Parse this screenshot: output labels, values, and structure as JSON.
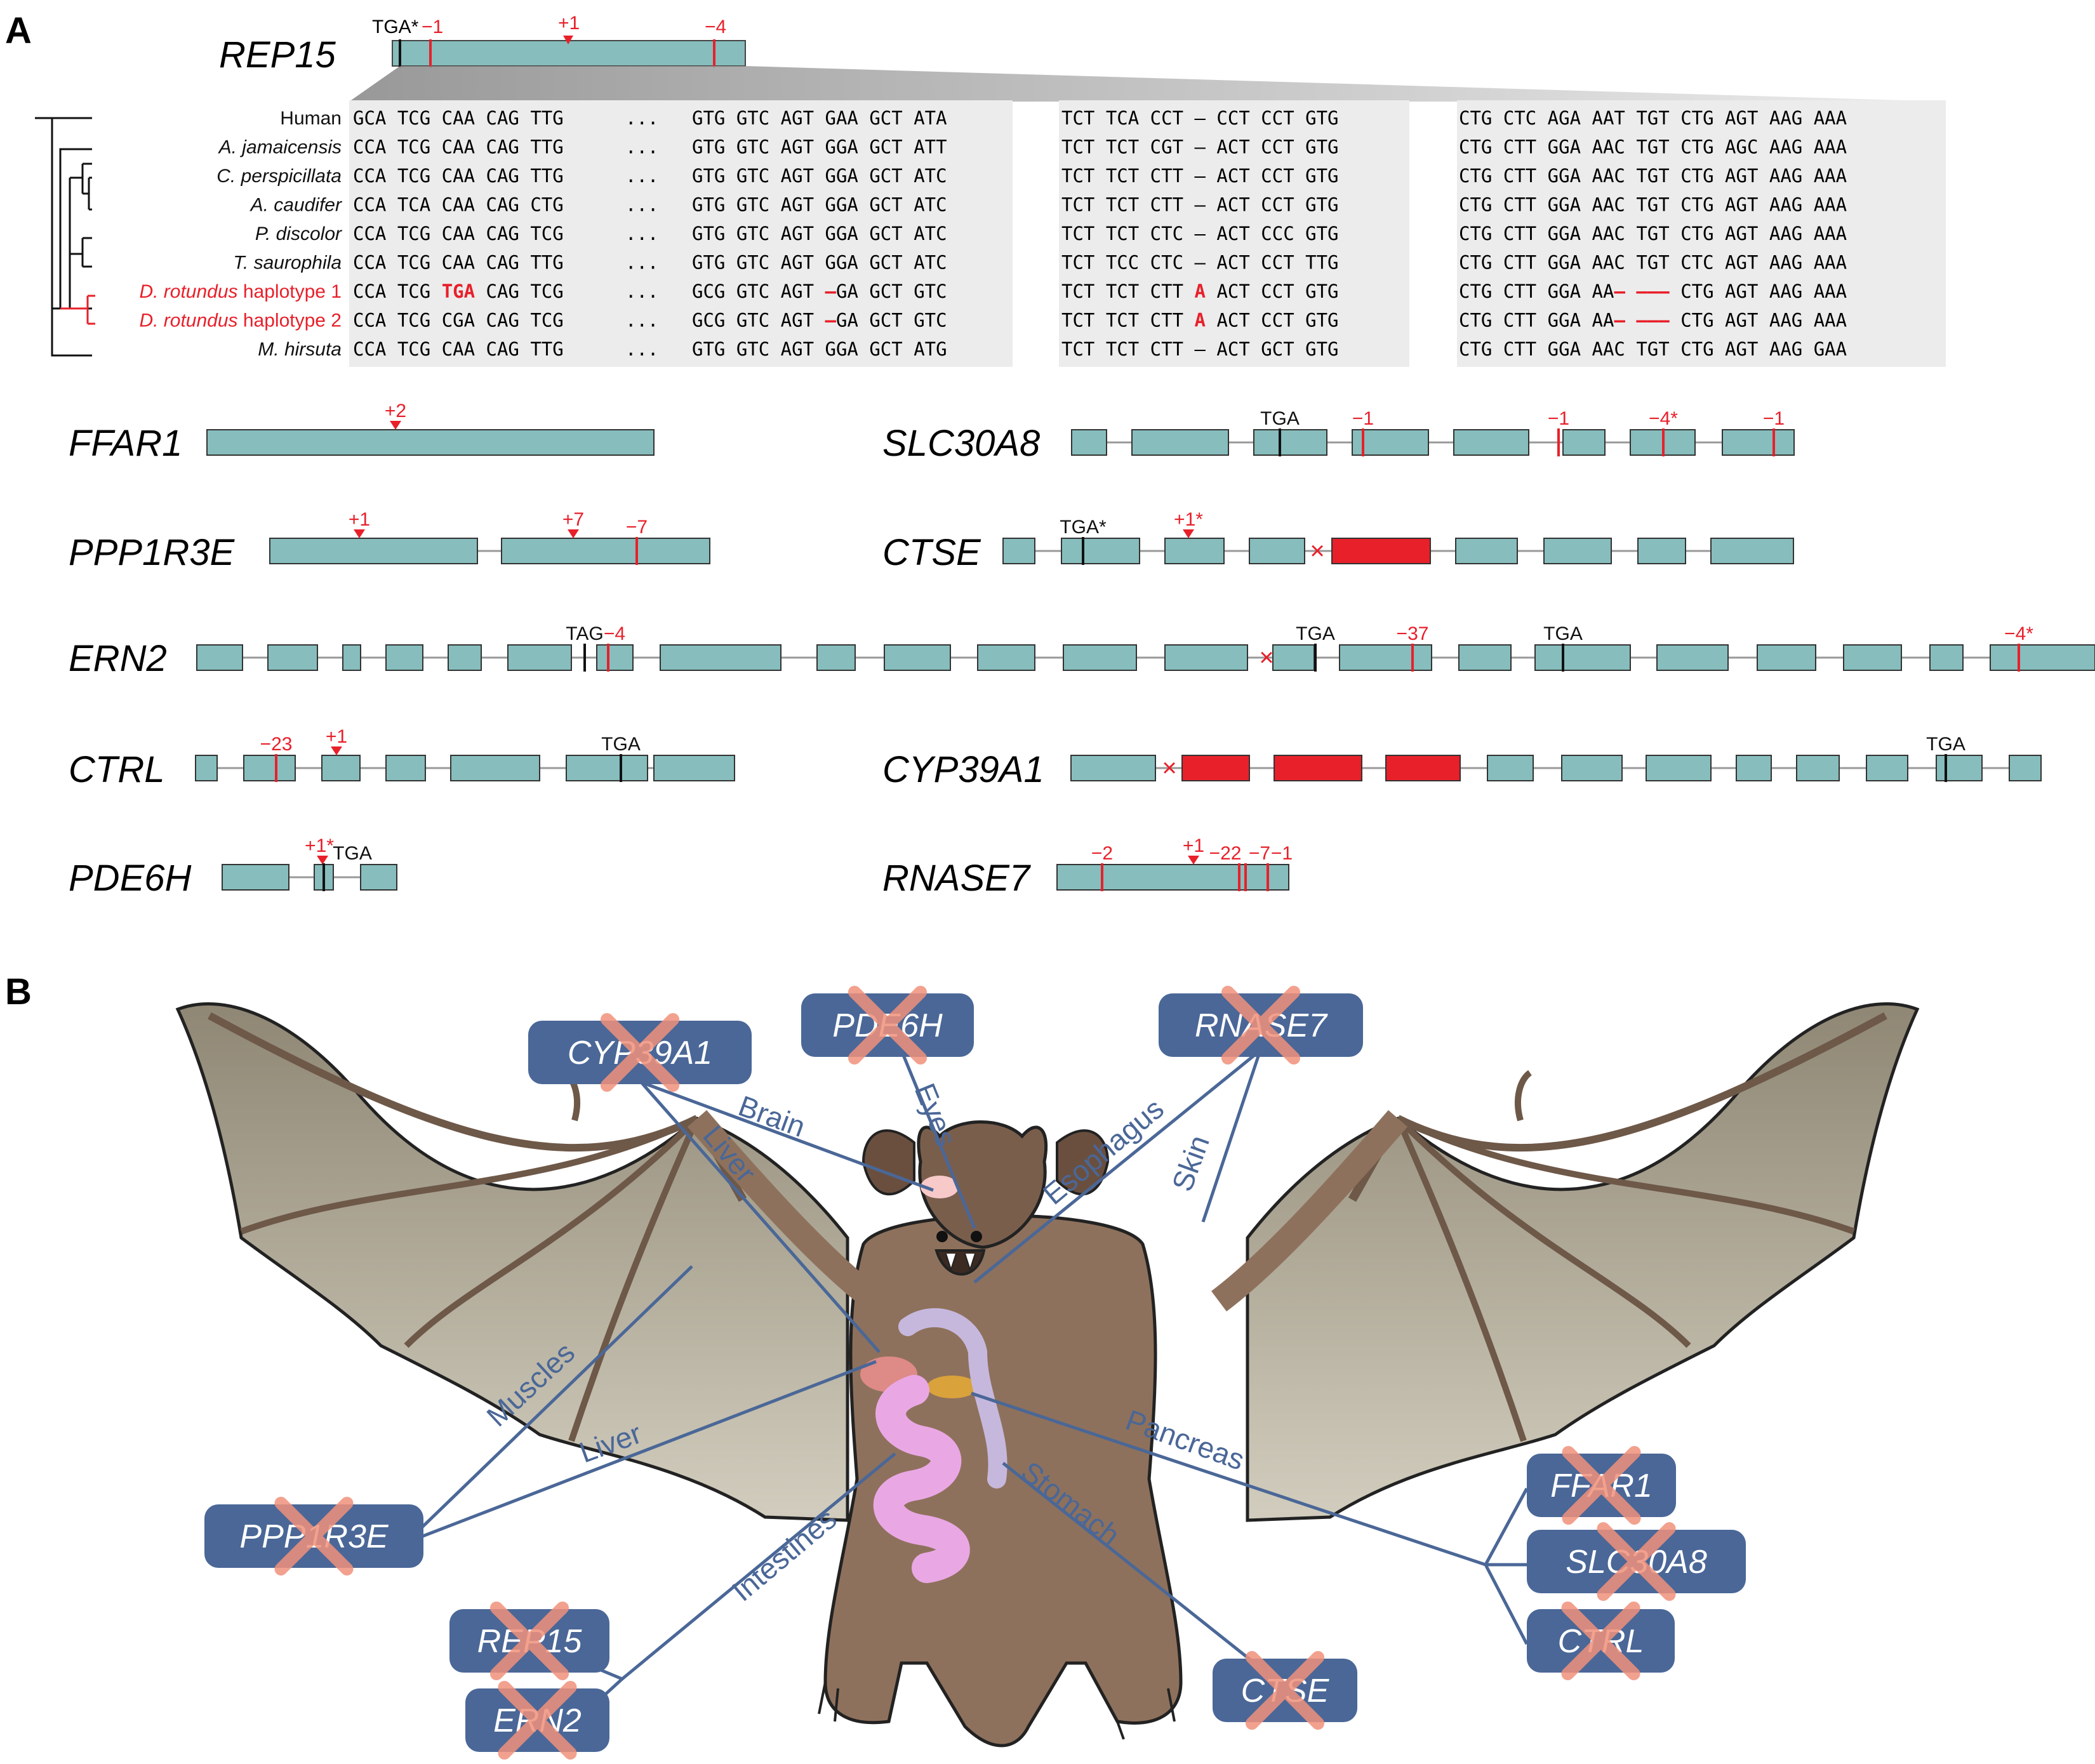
{
  "panel_a": {
    "label": "A",
    "rep15": {
      "name": "REP15",
      "marks": [
        "TGA*",
        "−1",
        "+1",
        "−4"
      ]
    },
    "alignment": {
      "ellipsis": "...",
      "rows": [
        {
          "species": "Human",
          "red": false,
          "s1": "GCA TCG CAA CAG TTG",
          "s2": "GTG GTC AGT GAA GCT ATA",
          "s3": "TCT TCA CCT – CCT CCT GTG",
          "s4": "CTG CTC AGA AAT TGT CTG AGT AAG AAA"
        },
        {
          "species": "A. jamaicensis",
          "red": false,
          "s1": "CCA TCG CAA CAG TTG",
          "s2": "GTG GTC AGT GGA GCT ATT",
          "s3": "TCT TCT CGT – ACT CCT GTG",
          "s4": "CTG CTT GGA AAC TGT CTG AGC AAG AAA"
        },
        {
          "species": "C. perspicillata",
          "red": false,
          "s1": "CCA TCG CAA CAG TTG",
          "s2": "GTG GTC AGT GGA GCT ATC",
          "s3": "TCT TCT CTT – ACT CCT GTG",
          "s4": "CTG CTT GGA AAC TGT CTG AGT AAG AAA"
        },
        {
          "species": "A. caudifer",
          "red": false,
          "s1": "CCA TCA CAA CAG CTG",
          "s2": "GTG GTC AGT GGA GCT ATC",
          "s3": "TCT TCT CTT – ACT CCT GTG",
          "s4": "CTG CTT GGA AAC TGT CTG AGT AAG AAA"
        },
        {
          "species": "P. discolor",
          "red": false,
          "s1": "CCA TCG CAA CAG TCG",
          "s2": "GTG GTC AGT GGA GCT ATC",
          "s3": "TCT TCT CTC – ACT CCC GTG",
          "s4": "CTG CTT GGA AAC TGT CTG AGT AAG AAA"
        },
        {
          "species": "T. saurophila",
          "red": false,
          "s1": "CCA TCG CAA CAG TTG",
          "s2": "GTG GTC AGT GGA GCT ATC",
          "s3": "TCT TCC CTC – ACT CCT TTG",
          "s4": "CTG CTT GGA AAC TGT CTC AGT AAG AAA"
        },
        {
          "species": "D. rotundus",
          "suffix": " haplotype 1",
          "red": true,
          "s1a": "CCA TCG ",
          "s1b": "TGA",
          "s1c": " CAG TCG",
          "s2a": "GCG GTC AGT ",
          "s2b": "–",
          "s2c": "GA GCT GTC",
          "s3a": "TCT TCT CTT ",
          "s3b": "A",
          "s3c": " ACT CCT GTG",
          "s4a": "CTG CTT GGA AA",
          "s4b": "– –––",
          "s4c": " CTG AGT AAG AAA"
        },
        {
          "species": "D. rotundus",
          "suffix": " haplotype 2",
          "red": true,
          "s1a": "CCA TCG ",
          "s1b": "",
          "s1c": "CGA CAG TCG",
          "s2a": "GCG GTC AGT ",
          "s2b": "–",
          "s2c": "GA GCT GTC",
          "s3a": "TCT TCT CTT ",
          "s3b": "A",
          "s3c": " ACT CCT GTG",
          "s4a": "CTG CTT GGA AA",
          "s4b": "– –––",
          "s4c": " CTG AGT AAG AAA"
        },
        {
          "species": "M. hirsuta",
          "red": false,
          "s1": "CCA TCG CAA CAG TTG",
          "s2": "GTG GTC AGT GGA GCT ATG",
          "s3": "TCT TCT CTT – ACT GCT GTG",
          "s4": "CTG CTT GGA AAC TGT CTG AGT AAG GAA"
        }
      ]
    },
    "genes": {
      "ffar1": {
        "name": "FFAR1",
        "marks": [
          "+2"
        ]
      },
      "ppp1r3e": {
        "name": "PPP1R3E",
        "marks": [
          "+1",
          "+7",
          "−7"
        ]
      },
      "ern2": {
        "name": "ERN2",
        "marks": [
          "TAG",
          "−4",
          "TGA",
          "−37",
          "TGA",
          "−4*"
        ]
      },
      "ctrl": {
        "name": "CTRL",
        "marks": [
          "−23",
          "+1",
          "TGA"
        ]
      },
      "pde6h": {
        "name": "PDE6H",
        "marks": [
          "+1*",
          "TGA"
        ]
      },
      "slc30a8": {
        "name": "SLC30A8",
        "marks": [
          "TGA",
          "−1",
          "−1",
          "−4*",
          "−1"
        ]
      },
      "ctse": {
        "name": "CTSE",
        "marks": [
          "TGA*",
          "+1*"
        ]
      },
      "cyp39a1": {
        "name": "CYP39A1",
        "marks": [
          "TGA"
        ]
      },
      "rnase7": {
        "name": "RNASE7",
        "marks": [
          "−2",
          "+1",
          "−22",
          "−7",
          "−1"
        ]
      }
    }
  },
  "panel_b": {
    "label": "B",
    "boxes": [
      "CYP39A1",
      "PDE6H",
      "RNASE7",
      "PPP1R3E",
      "REP15",
      "ERN2",
      "CTSE",
      "FFAR1",
      "SLC30A8",
      "CTRL"
    ],
    "tissues": [
      "Brain",
      "Liver",
      "Eyes",
      "Esophagus",
      "Skin",
      "Muscles",
      "Liver",
      "Intestines",
      "Stomach",
      "Pancreas"
    ]
  },
  "colors": {
    "exon": "#87bdbd",
    "lost_exon": "#e8202a",
    "mutation": "#e8202a",
    "box": "#4a6797",
    "box_text": "#ffffff",
    "cross": "#f0917a",
    "line": "#4a6797",
    "wing": "#a9a28f",
    "body": "#8e715c"
  }
}
